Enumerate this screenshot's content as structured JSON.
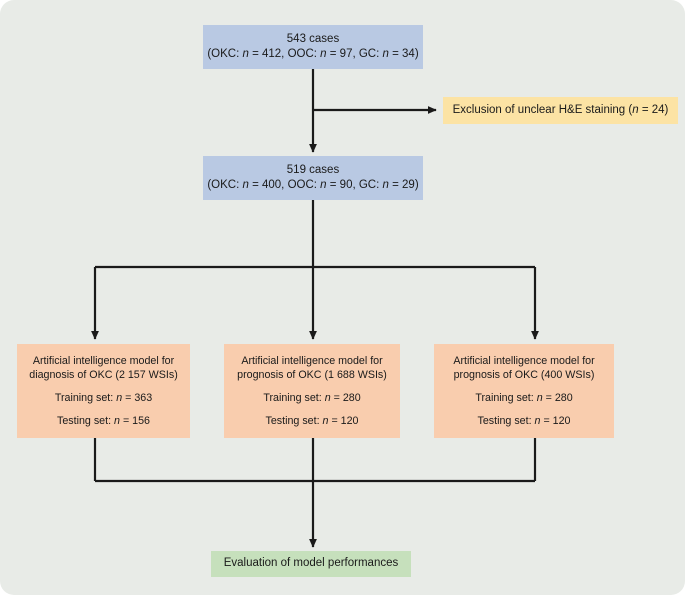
{
  "diagram": {
    "type": "flowchart",
    "background_color": "#e8ebe7",
    "line_color": "#1a1a1a",
    "nodes": [
      {
        "id": "cohort-initial",
        "color": "#b9c9e3",
        "line1": "543 cases",
        "line2": "(OKC: n = 412, OOC: n = 97, GC: n = 34)"
      },
      {
        "id": "exclusion",
        "color": "#fce3a4",
        "line1": "Exclusion of unclear H&E staining (n = 24)"
      },
      {
        "id": "cohort-filtered",
        "color": "#b9c9e3",
        "line1": "519 cases",
        "line2": "(OKC: n = 400, OOC: n = 90, GC: n = 29)"
      },
      {
        "id": "model-diagnosis",
        "color": "#f9cdae",
        "line1": "Artificial intelligence model for",
        "line2": "diagnosis of OKC (2 157 WSIs)",
        "line3": "Training set: n = 363",
        "line4": "Testing set: n = 156"
      },
      {
        "id": "model-prognosis-wsi",
        "color": "#f9cdae",
        "line1": "Artificial intelligence model for",
        "line2": "prognosis of OKC (1 688 WSIs)",
        "line3": "Training set: n = 280",
        "line4": "Testing set: n = 120"
      },
      {
        "id": "model-prognosis-case",
        "color": "#f9cdae",
        "line1": "Artificial intelligence model for",
        "line2": "prognosis of OKC (400 WSIs)",
        "line3": "Training set: n = 280",
        "line4": "Testing set: n = 120"
      },
      {
        "id": "evaluation",
        "color": "#c6e0bc",
        "line1": "Evaluation of model performances"
      }
    ],
    "counts": {
      "initial_total": 543,
      "initial_okc": 412,
      "initial_ooc": 97,
      "initial_gc": 34,
      "excluded": 24,
      "filtered_total": 519,
      "filtered_okc": 400,
      "filtered_ooc": 90,
      "filtered_gc": 29,
      "diagnosis_wsis": "2 157",
      "diagnosis_training": 363,
      "diagnosis_testing": 156,
      "prognosis_wsi_wsis": "1 688",
      "prognosis_wsi_training": 280,
      "prognosis_wsi_testing": 120,
      "prognosis_case_wsis": "400",
      "prognosis_case_training": 280,
      "prognosis_case_testing": 120
    }
  }
}
